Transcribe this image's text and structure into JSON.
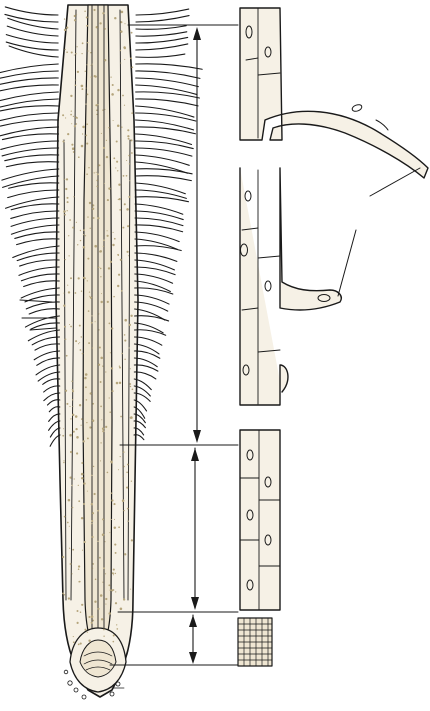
{
  "figure": {
    "kind": "botanical-illustration",
    "subject_icons": [
      "root-tip-icon",
      "root-hair-cell-icon"
    ],
    "zone_markers": [
      {
        "name": "upper-zone-marker"
      },
      {
        "name": "middle-zone-marker"
      },
      {
        "name": "lower-zone-marker"
      }
    ],
    "labels_printed": [],
    "colors": {
      "ink": "#1a1a1a",
      "tissue": "#f6f1e6",
      "core": "#efe6d2",
      "speck": "#b5a57c"
    }
  }
}
